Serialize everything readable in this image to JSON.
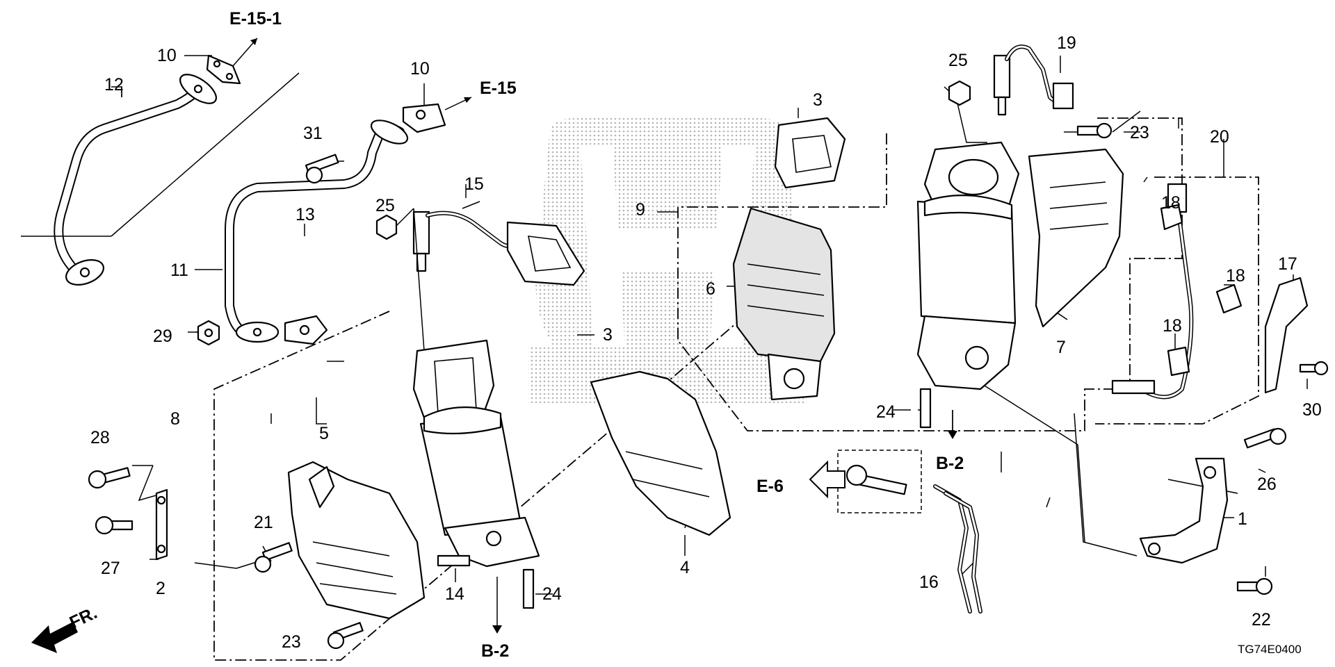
{
  "diagram_code": "TG74E0400",
  "references": {
    "e15_1": "E-15-1",
    "e15": "E-15",
    "e6": "E-6",
    "b2_bottom": "B-2",
    "b2_right": "B-2",
    "front_arrow": "FR."
  },
  "callouts": {
    "c1": "1",
    "c2": "2",
    "c3a": "3",
    "c3b": "3",
    "c4": "4",
    "c5": "5",
    "c6": "6",
    "c7": "7",
    "c8": "8",
    "c9": "9",
    "c10a": "10",
    "c10b": "10",
    "c11": "11",
    "c12": "12",
    "c13": "13",
    "c14": "14",
    "c15": "15",
    "c16": "16",
    "c17": "17",
    "c18a": "18",
    "c18b": "18",
    "c18c": "18",
    "c19": "19",
    "c20": "20",
    "c21": "21",
    "c22": "22",
    "c23a": "23",
    "c23b": "23",
    "c24a": "24",
    "c24b": "24",
    "c25a": "25",
    "c25b": "25",
    "c26": "26",
    "c27": "27",
    "c28": "28",
    "c29": "29",
    "c30": "30",
    "c31": "31"
  },
  "watermark": {
    "color": "#b8b8b8"
  }
}
